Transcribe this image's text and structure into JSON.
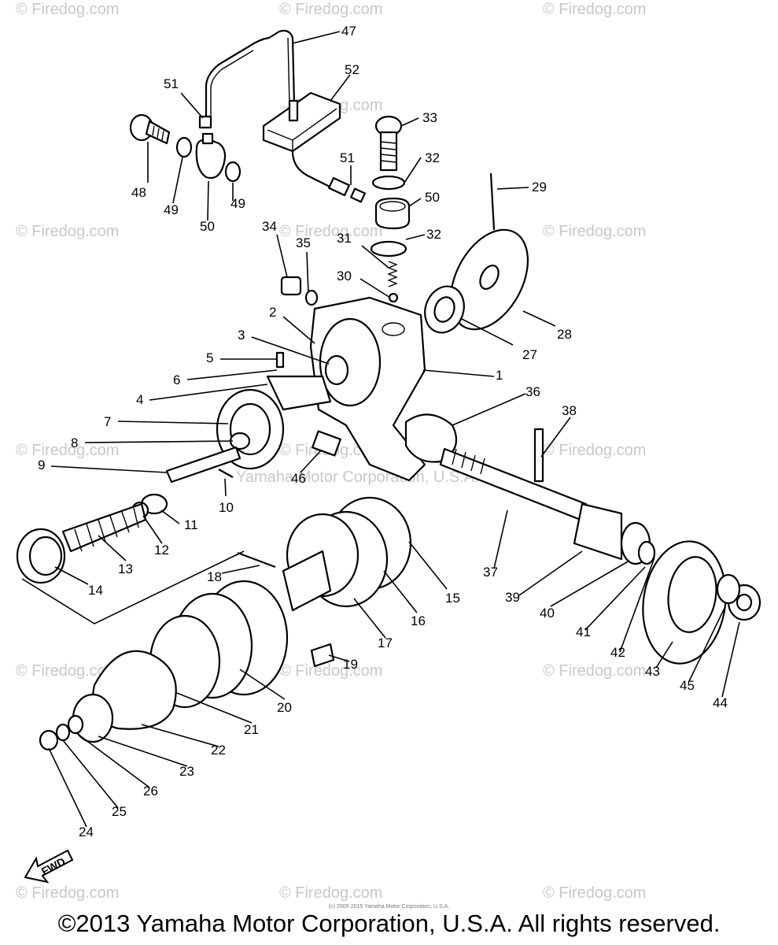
{
  "watermarks": [
    {
      "text": "© Firedog.com"
    },
    {
      "text": "© Firedog.com"
    },
    {
      "text": "© Firedog.com"
    },
    {
      "text": "© Firedog.com"
    },
    {
      "text": "© Firedog.com"
    },
    {
      "text": "© Firedog.com"
    },
    {
      "text": "© Firedog.com"
    },
    {
      "text": "© Firedog.com"
    },
    {
      "text": "© Firedog.com"
    },
    {
      "text": "© Firedog.com"
    },
    {
      "text": "© Firedog.com"
    },
    {
      "text": "© Firedog.com"
    },
    {
      "text": "© Firedog.com"
    },
    {
      "text": "© Firedog.com"
    },
    {
      "text": "© Firedog.com"
    },
    {
      "text": "© Firedog.com"
    }
  ],
  "center_watermark": "Yamaha Motor Corporation, U.S.A.",
  "callouts": [
    "47",
    "52",
    "51",
    "48",
    "49",
    "50",
    "49",
    "33",
    "32",
    "51",
    "50",
    "29",
    "34",
    "35",
    "31",
    "32",
    "30",
    "2",
    "3",
    "5",
    "6",
    "4",
    "7",
    "8",
    "9",
    "10",
    "11",
    "12",
    "13",
    "14",
    "1",
    "27",
    "28",
    "36",
    "38",
    "46",
    "18",
    "15",
    "16",
    "17",
    "19",
    "20",
    "21",
    "22",
    "23",
    "24",
    "25",
    "26",
    "37",
    "39",
    "40",
    "41",
    "42",
    "43",
    "45",
    "44"
  ],
  "fwd_label": "FWD",
  "small_copyright": "(c) 2005-2015 Yamaha Motor Corporation, U.S.A.",
  "copyright": "©2013 Yamaha Motor Corporation, U.S.A. All rights reserved."
}
